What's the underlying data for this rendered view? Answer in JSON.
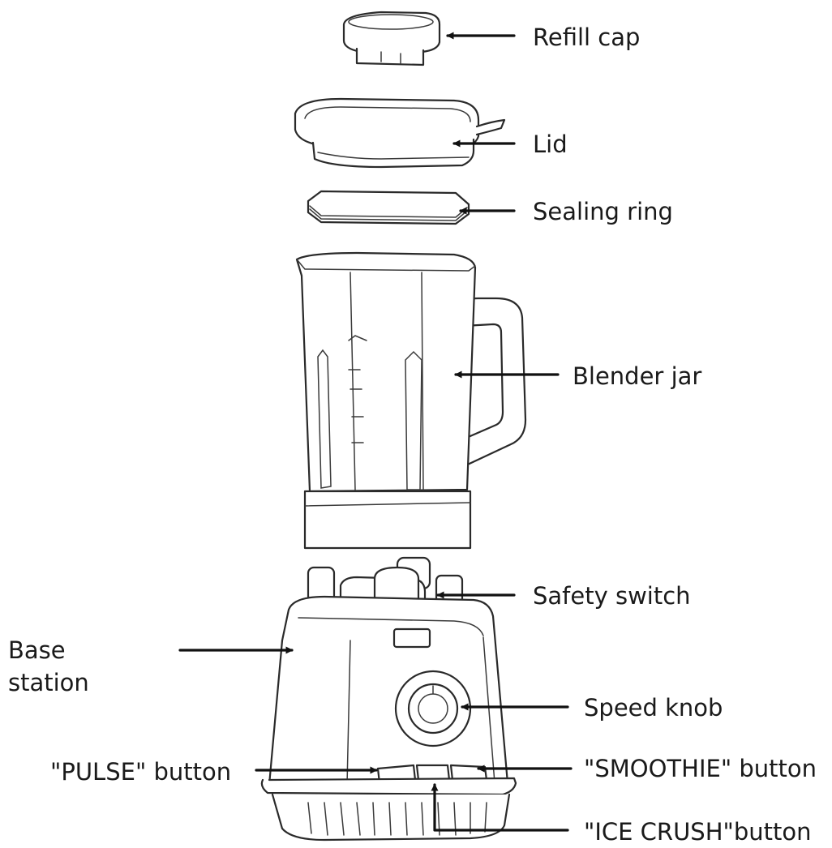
{
  "labels": {
    "refill_cap": "Refill cap",
    "lid": "Lid",
    "sealing_ring": "Sealing ring",
    "blender_jar": "Blender jar",
    "safety_switch": "Safety switch",
    "base_station_line1": "Base",
    "base_station_line2": "station",
    "speed_knob": "Speed knob",
    "pulse_button": "\"PULSE\" button",
    "smoothie_button": "\"SMOOTHIE\" button",
    "ice_crush_button": "\"ICE CRUSH\"button"
  },
  "colors": {
    "line": "#2a2a2a",
    "arrow": "#111111",
    "text": "#1a1a1a",
    "background": "#ffffff"
  }
}
